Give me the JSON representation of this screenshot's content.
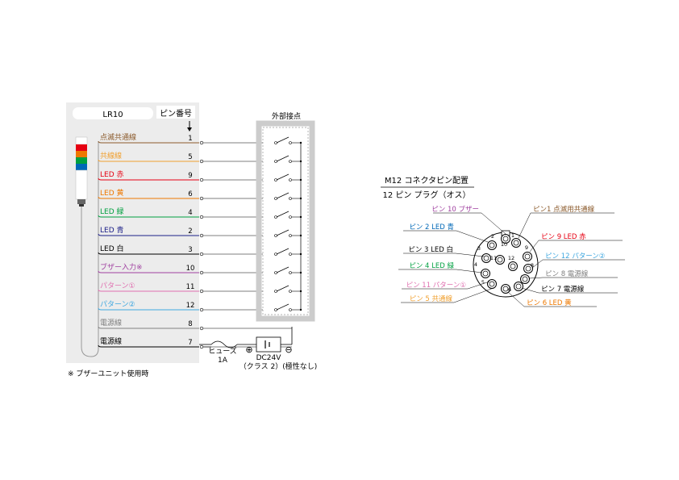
{
  "left_panel": {
    "model": "LR10",
    "pin_header": "ピン番号",
    "wires": [
      {
        "label": "点滅共通線",
        "pin": "1",
        "color": "#8b5a2b"
      },
      {
        "label": "共線線",
        "pin": "5",
        "color": "#f0a030"
      },
      {
        "label": "LED 赤",
        "pin": "9",
        "color": "#e60012"
      },
      {
        "label": "LED 黄",
        "pin": "6",
        "color": "#ee7800"
      },
      {
        "label": "LED 緑",
        "pin": "4",
        "color": "#00a040"
      },
      {
        "label": "LED 青",
        "pin": "2",
        "color": "#1d2088"
      },
      {
        "label": "LED 白",
        "pin": "3",
        "color": "#000000"
      },
      {
        "label": "ブザー入力※",
        "pin": "10",
        "color": "#a040a0"
      },
      {
        "label": "パターン①",
        "pin": "11",
        "color": "#e070b0"
      },
      {
        "label": "パターン②",
        "pin": "12",
        "color": "#40a8e0"
      },
      {
        "label": "電源線",
        "pin": "8",
        "color": "#808080"
      },
      {
        "label": "電源線",
        "pin": "7",
        "color": "#000000"
      }
    ],
    "tower_colors": [
      "#e60012",
      "#ee7800",
      "#00a040",
      "#0068b7"
    ],
    "footnote": "※ ブザーユニット使用時"
  },
  "contacts": {
    "title": "外部接点"
  },
  "power": {
    "fuse_label": "ヒューズ",
    "fuse_rating": "1A",
    "plus": "⊕",
    "minus": "⊖",
    "supply": "DC24V",
    "supply_note": "（クラス 2）(極性なし)"
  },
  "connector": {
    "title": "M12 コネクタピン配置",
    "subtitle": "12 ピン プラグ（オス）",
    "labels": [
      {
        "text": "ピン 10 ブザー",
        "color": "#a040a0"
      },
      {
        "text": "ピン1  点滅用共通線",
        "color": "#8b5a2b"
      },
      {
        "text": "ピン 2  LED 青",
        "color": "#0068b7"
      },
      {
        "text": "ピン 9    LED 赤",
        "color": "#e60012"
      },
      {
        "text": "ピン 3 LED 白",
        "color": "#000000"
      },
      {
        "text": "ピン 12 パターン②",
        "color": "#40a8e0"
      },
      {
        "text": "ピン 4  LED 緑",
        "color": "#00a040"
      },
      {
        "text": "ピン 8 電源線",
        "color": "#808080"
      },
      {
        "text": "ピン 11 パターン①",
        "color": "#e070b0"
      },
      {
        "text": "ピン  7 電源線",
        "color": "#000000"
      },
      {
        "text": "ピン 5 共通線",
        "color": "#f0a030"
      },
      {
        "text": "ピン 6 LED 黄",
        "color": "#ee7800"
      }
    ],
    "pin_numbers": [
      "1",
      "2",
      "3",
      "4",
      "5",
      "6",
      "7",
      "8",
      "9",
      "10",
      "11",
      "12"
    ]
  }
}
